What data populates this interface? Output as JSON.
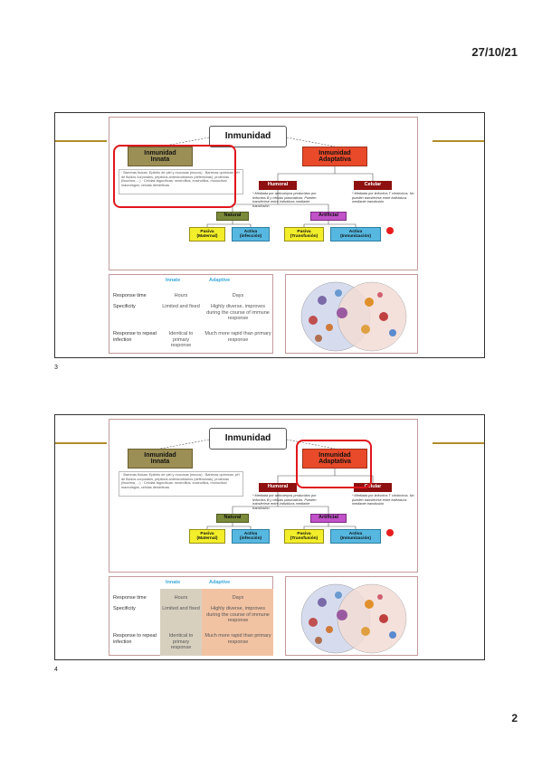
{
  "header": {
    "date": "27/10/21"
  },
  "footer": {
    "page_number": "2"
  },
  "slides": [
    {
      "number": "3",
      "highlight": "innata",
      "table_shaded": false
    },
    {
      "number": "4",
      "highlight": "adaptativa",
      "table_shaded": true
    }
  ],
  "diagram": {
    "inmunidad": "Inmunidad",
    "innata_l1": "Inmunidad",
    "innata_l2": "Innata",
    "adaptativa_l1": "Inmunidad",
    "adaptativa_l2": "Adaptativa",
    "humoral": "Humoral",
    "celular": "Celular",
    "natural": "Natural",
    "artificial": "Artificial",
    "pasiva_maternal_l1": "Pasiva",
    "pasiva_maternal_l2": "(Maternal)",
    "activa_infeccion_l1": "Activa",
    "activa_infeccion_l2": "(infección)",
    "pasiva_transf_l1": "Pasiva",
    "pasiva_transf_l2": "(Transfusión)",
    "activa_inmun_l1": "Activa",
    "activa_inmun_l2": "(Inmunización)",
    "innata_text": "· Barreras físicas: Epitelio de piel y mucosas (mucus) · Barreras químicas: pH de fluidos corporales, péptidos antimicrobianos (defensinas), proteínas (lisozima, ...) · Células fagocíticas: neutrofilos, eosinofilos, monocitos/ macrofagos, celulas dendriticas",
    "humoral_note": "* Mediada por anticuerpos producidos por linfocitos B y células plasmáticas. Pueden transferirse entre individuos mediante transfusión",
    "celular_note": "* Mediada por linfocitos T citotóxicos. No pueden transferirse entre individuos mediante transfusión"
  },
  "table": {
    "col_innate": "Innate",
    "col_adaptive": "Adaptive",
    "rows": [
      {
        "label": "Response time",
        "innate": "Hours",
        "adaptive": "Days"
      },
      {
        "label": "Specificity",
        "innate": "Limited and fixed",
        "adaptive": "Highly diverse, improves during the course of immune response"
      },
      {
        "label": "Response to repeat infection",
        "innate": "Identical to primary response",
        "adaptive": "Much more rapid than primary response"
      }
    ]
  },
  "colors": {
    "rule": "#b08c2a",
    "highlight": "#e0161c",
    "innata": "#9b8f55",
    "adaptativa": "#e84a2a",
    "humoral": "#8e1010",
    "natural": "#7b8a3a",
    "artificial": "#c152c8",
    "pasiva": "#f2ee2a",
    "activa": "#56b8e0"
  }
}
